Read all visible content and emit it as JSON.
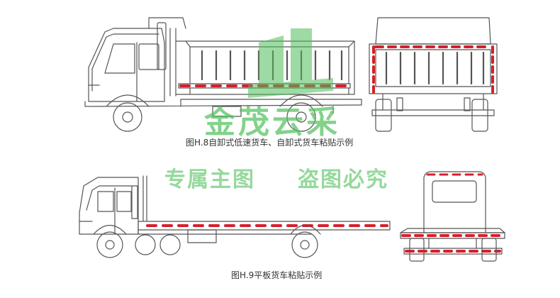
{
  "captions": {
    "dump_truck": "图H.8自卸式低速货车、自卸式货车粘贴示例",
    "flatbed_truck": "图H.9平板货车粘贴示例"
  },
  "watermark": {
    "logo_text": "金茂云采",
    "slogan_left": "专属主图",
    "slogan_right": "盗图必究"
  },
  "colors": {
    "line": "#555555",
    "reflective_red": "#d6202a",
    "reflective_white": "#ffffff",
    "watermark_green": "#4fbf5a"
  }
}
